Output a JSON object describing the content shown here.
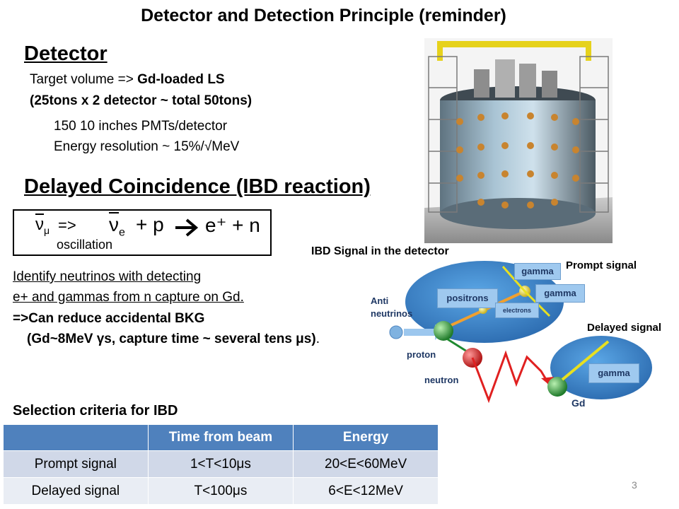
{
  "title": "Detector and Detection Principle (reminder)",
  "detector": {
    "heading": "Detector",
    "target_prefix": "Target volume => ",
    "target_bold": "Gd-loaded LS",
    "tons": "(25tons x 2 detector ~ total 50tons)",
    "pmts": "150 10 inches PMTs/detector",
    "resolution": "Energy resolution ~ 15%/√MeV"
  },
  "delayed": {
    "heading": "Delayed Coincidence (IBD reaction)",
    "nu_mu": "ν",
    "mu_sub": "μ",
    "arrow_text": "=>",
    "oscillation": "oscillation",
    "nu_e": "ν",
    "e_sub": "e",
    "reaction_rest": "+ p",
    "reaction_products": "e⁺ + n",
    "identify_1": "Identify neutrinos with detecting",
    "identify_2": " e+ and gammas from n capture on Gd.",
    "reduce": "=>Can reduce accidental BKG",
    "gd_note": "(Gd~8MeV γs, capture time ~ several tens μs)",
    "gd_note_end": "."
  },
  "ibd_diagram": {
    "caption": "IBD Signal in the detector",
    "prompt_signal": "Prompt signal",
    "delayed_signal": "Delayed signal",
    "gamma_1": "gamma",
    "gamma_2": "gamma",
    "gamma_3": "gamma",
    "positrons": "positrons",
    "electrons": "electrons",
    "anti_neutrinos_1": "Anti",
    "anti_neutrinos_2": "neutrinos",
    "proton": "proton",
    "neutron": "neutron",
    "gd": "Gd"
  },
  "selection": {
    "heading": "Selection criteria for IBD",
    "columns": [
      "",
      "Time from beam",
      "Energy"
    ],
    "rows": [
      [
        "Prompt signal",
        "1<T<10μs",
        "20<E<60MeV"
      ],
      [
        "Delayed signal",
        "T<100μs",
        "6<E<12MeV"
      ]
    ]
  },
  "page_number": "3"
}
